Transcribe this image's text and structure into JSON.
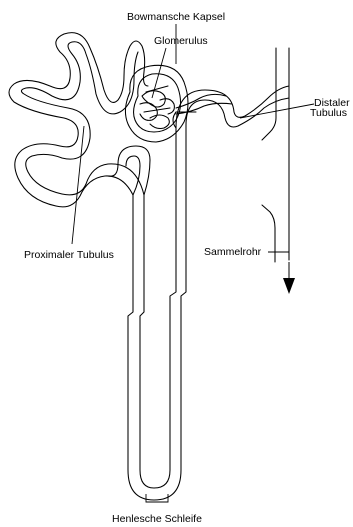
{
  "labels": {
    "bowman_capsule": "Bowmansche Kapsel",
    "glomerulus": "Glomerulus",
    "distal_tubule_line1": "Distaler",
    "distal_tubule_line2": "Tubulus",
    "proximal_tubule": "Proximaler Tubulus",
    "collecting_duct": "Sammelrohr",
    "loop_of_henle": "Henlesche Schleife"
  }
}
